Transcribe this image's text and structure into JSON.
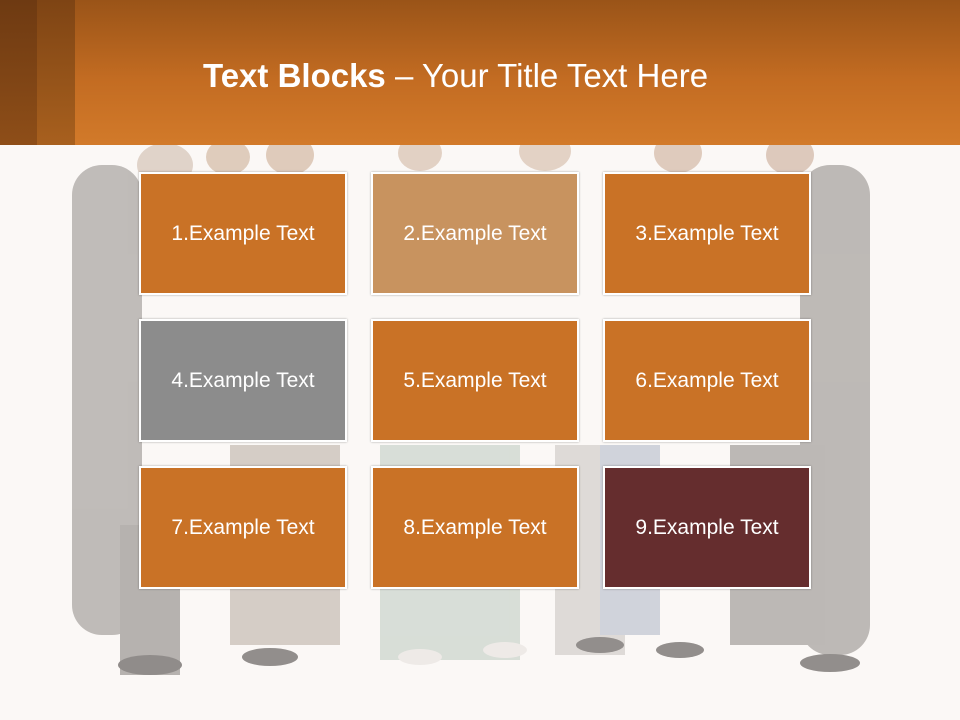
{
  "slide": {
    "title_bold": "Text Blocks",
    "title_dash": " – ",
    "title_rest": "Your Title Text Here"
  },
  "colors": {
    "header": "#c36c22",
    "orange_block": "#c97226",
    "light_orange_block": "#c8935f",
    "gray_block": "#8c8c8c",
    "maroon_block": "#652d2e"
  },
  "blocks": [
    {
      "label": "1.Example Text",
      "color": "#c97226"
    },
    {
      "label": "2.Example Text",
      "color": "#c8935f"
    },
    {
      "label": "3.Example Text",
      "color": "#c97226"
    },
    {
      "label": "4.Example Text",
      "color": "#8c8c8c"
    },
    {
      "label": "5.Example Text",
      "color": "#c97226"
    },
    {
      "label": "6.Example Text",
      "color": "#c97226"
    },
    {
      "label": "7.Example Text",
      "color": "#c97226"
    },
    {
      "label": "8.Example Text",
      "color": "#c97226"
    },
    {
      "label": "9.Example Text",
      "color": "#652d2e"
    }
  ]
}
